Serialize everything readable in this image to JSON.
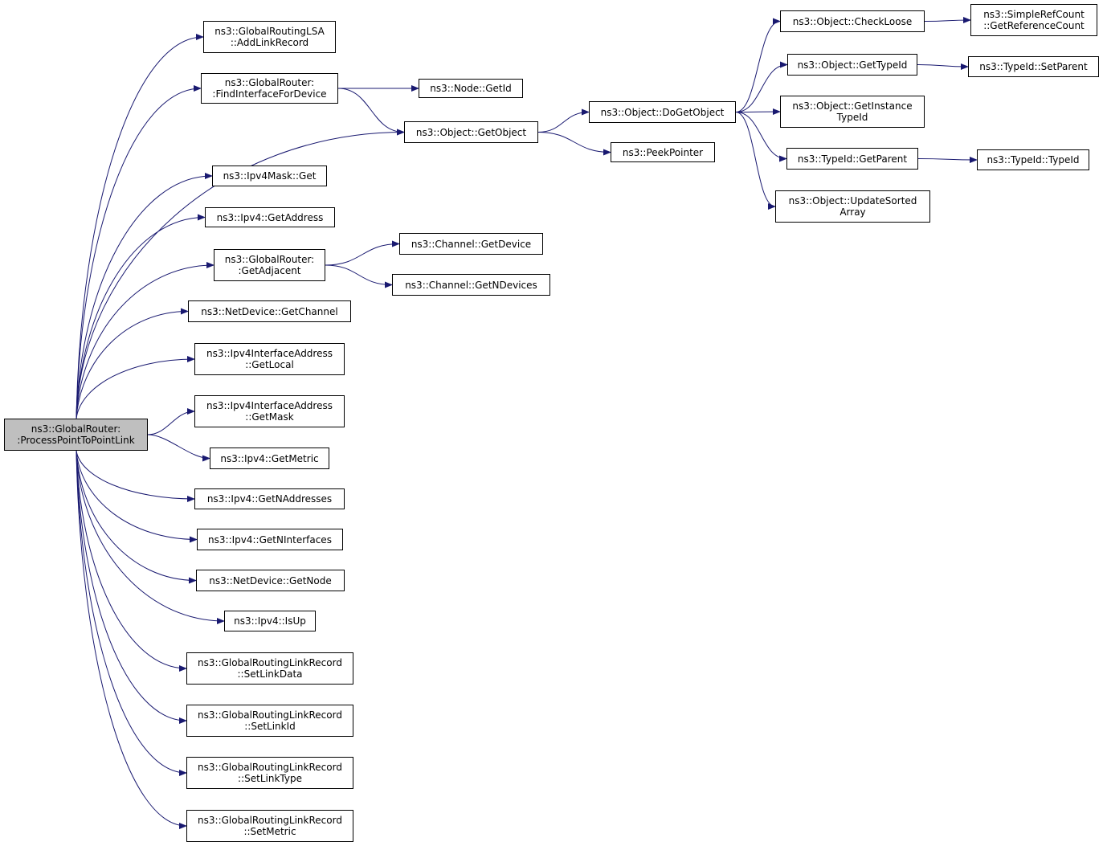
{
  "diagram": {
    "colors": {
      "edge": "#191970",
      "node_border": "#000000",
      "root_fill": "#bfbfbf",
      "node_fill": "#ffffff"
    },
    "nodes": [
      {
        "id": "root",
        "label": "ns3::GlobalRouter:\n:ProcessPointToPointLink"
      },
      {
        "id": "add-link-record",
        "label": "ns3::GlobalRoutingLSA\n::AddLinkRecord"
      },
      {
        "id": "find-interface-for-device",
        "label": "ns3::GlobalRouter:\n:FindInterfaceForDevice"
      },
      {
        "id": "node-get-id",
        "label": "ns3::Node::GetId"
      },
      {
        "id": "object-get-object",
        "label": "ns3::Object::GetObject"
      },
      {
        "id": "object-do-get-object",
        "label": "ns3::Object::DoGetObject"
      },
      {
        "id": "peek-pointer",
        "label": "ns3::PeekPointer"
      },
      {
        "id": "object-check-loose",
        "label": "ns3::Object::CheckLoose"
      },
      {
        "id": "simple-ref-count-get-reference-count",
        "label": "ns3::SimpleRefCount\n::GetReferenceCount"
      },
      {
        "id": "object-get-type-id",
        "label": "ns3::Object::GetTypeId"
      },
      {
        "id": "type-id-set-parent",
        "label": "ns3::TypeId::SetParent"
      },
      {
        "id": "object-get-instance-type-id",
        "label": "ns3::Object::GetInstance\nTypeId"
      },
      {
        "id": "type-id-get-parent",
        "label": "ns3::TypeId::GetParent"
      },
      {
        "id": "type-id-type-id",
        "label": "ns3::TypeId::TypeId"
      },
      {
        "id": "object-update-sorted-array",
        "label": "ns3::Object::UpdateSorted\nArray"
      },
      {
        "id": "ipv4-mask-get",
        "label": "ns3::Ipv4Mask::Get"
      },
      {
        "id": "ipv4-get-address",
        "label": "ns3::Ipv4::GetAddress"
      },
      {
        "id": "global-router-get-adjacent",
        "label": "ns3::GlobalRouter:\n:GetAdjacent"
      },
      {
        "id": "channel-get-device",
        "label": "ns3::Channel::GetDevice"
      },
      {
        "id": "channel-get-n-devices",
        "label": "ns3::Channel::GetNDevices"
      },
      {
        "id": "net-device-get-channel",
        "label": "ns3::NetDevice::GetChannel"
      },
      {
        "id": "ipv4-interface-address-get-local",
        "label": "ns3::Ipv4InterfaceAddress\n::GetLocal"
      },
      {
        "id": "ipv4-interface-address-get-mask",
        "label": "ns3::Ipv4InterfaceAddress\n::GetMask"
      },
      {
        "id": "ipv4-get-metric",
        "label": "ns3::Ipv4::GetMetric"
      },
      {
        "id": "ipv4-get-n-addresses",
        "label": "ns3::Ipv4::GetNAddresses"
      },
      {
        "id": "ipv4-get-n-interfaces",
        "label": "ns3::Ipv4::GetNInterfaces"
      },
      {
        "id": "net-device-get-node",
        "label": "ns3::NetDevice::GetNode"
      },
      {
        "id": "ipv4-is-up",
        "label": "ns3::Ipv4::IsUp"
      },
      {
        "id": "link-record-set-link-data",
        "label": "ns3::GlobalRoutingLinkRecord\n::SetLinkData"
      },
      {
        "id": "link-record-set-link-id",
        "label": "ns3::GlobalRoutingLinkRecord\n::SetLinkId"
      },
      {
        "id": "link-record-set-link-type",
        "label": "ns3::GlobalRoutingLinkRecord\n::SetLinkType"
      },
      {
        "id": "link-record-set-metric",
        "label": "ns3::GlobalRoutingLinkRecord\n::SetMetric"
      }
    ],
    "edges": [
      {
        "from": "root",
        "to": "add-link-record"
      },
      {
        "from": "root",
        "to": "find-interface-for-device"
      },
      {
        "from": "root",
        "to": "object-get-object"
      },
      {
        "from": "root",
        "to": "ipv4-mask-get"
      },
      {
        "from": "root",
        "to": "ipv4-get-address"
      },
      {
        "from": "root",
        "to": "global-router-get-adjacent"
      },
      {
        "from": "root",
        "to": "net-device-get-channel"
      },
      {
        "from": "root",
        "to": "ipv4-interface-address-get-local"
      },
      {
        "from": "root",
        "to": "ipv4-interface-address-get-mask"
      },
      {
        "from": "root",
        "to": "ipv4-get-metric"
      },
      {
        "from": "root",
        "to": "ipv4-get-n-addresses"
      },
      {
        "from": "root",
        "to": "ipv4-get-n-interfaces"
      },
      {
        "from": "root",
        "to": "net-device-get-node"
      },
      {
        "from": "root",
        "to": "ipv4-is-up"
      },
      {
        "from": "root",
        "to": "link-record-set-link-data"
      },
      {
        "from": "root",
        "to": "link-record-set-link-id"
      },
      {
        "from": "root",
        "to": "link-record-set-link-type"
      },
      {
        "from": "root",
        "to": "link-record-set-metric"
      },
      {
        "from": "find-interface-for-device",
        "to": "node-get-id"
      },
      {
        "from": "find-interface-for-device",
        "to": "object-get-object"
      },
      {
        "from": "object-get-object",
        "to": "object-do-get-object"
      },
      {
        "from": "object-get-object",
        "to": "peek-pointer"
      },
      {
        "from": "object-do-get-object",
        "to": "object-check-loose"
      },
      {
        "from": "object-do-get-object",
        "to": "object-get-type-id"
      },
      {
        "from": "object-do-get-object",
        "to": "object-get-instance-type-id"
      },
      {
        "from": "object-do-get-object",
        "to": "type-id-get-parent"
      },
      {
        "from": "object-do-get-object",
        "to": "object-update-sorted-array"
      },
      {
        "from": "object-check-loose",
        "to": "simple-ref-count-get-reference-count"
      },
      {
        "from": "object-get-type-id",
        "to": "type-id-set-parent"
      },
      {
        "from": "type-id-get-parent",
        "to": "type-id-type-id"
      },
      {
        "from": "global-router-get-adjacent",
        "to": "channel-get-device"
      },
      {
        "from": "global-router-get-adjacent",
        "to": "channel-get-n-devices"
      }
    ]
  }
}
